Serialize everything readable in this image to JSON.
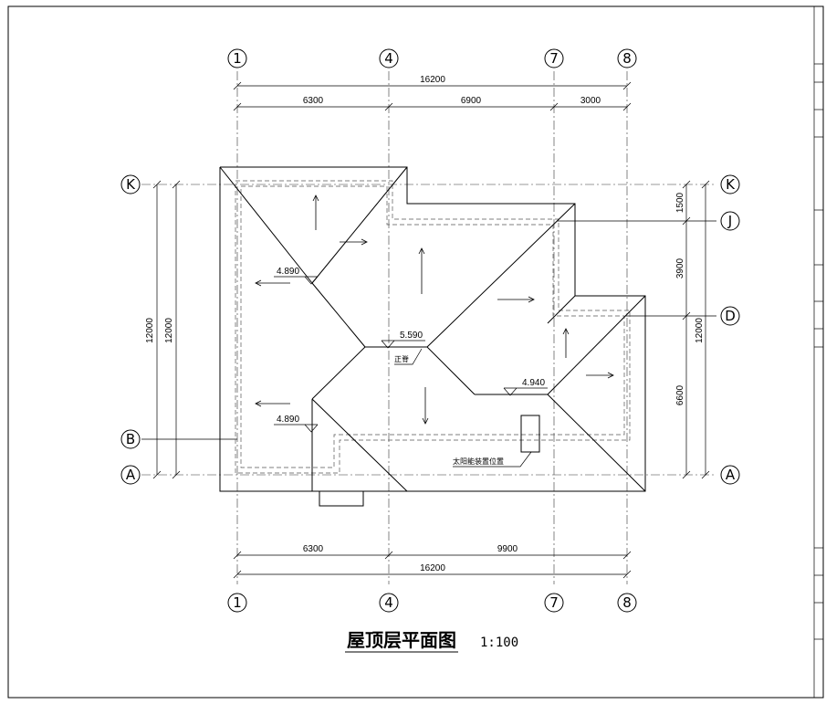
{
  "title": {
    "text": "屋顶层平面图",
    "scale": "1:100"
  },
  "axes": {
    "top": [
      "1",
      "4",
      "7",
      "8"
    ],
    "bottom": [
      "1",
      "4",
      "7",
      "8"
    ],
    "left": [
      "K",
      "B",
      "A"
    ],
    "right": [
      "K",
      "J",
      "D",
      "A"
    ]
  },
  "dimensions": {
    "top_total": "16200",
    "top_segments": [
      "6300",
      "6900",
      "3000"
    ],
    "bottom_segments": [
      "6300",
      "9900"
    ],
    "bottom_total": "16200",
    "left_outer": "12000",
    "left_inner": "12000",
    "right_segments": [
      "1500",
      "3900",
      "6600"
    ],
    "right_total": "12000"
  },
  "elevations": {
    "upper_left": "4.890",
    "lower_left": "4.890",
    "ridge": "5.590",
    "right": "4.940"
  },
  "annotations": {
    "ridge_note": "正脊",
    "solar_note": "太阳能装置位置"
  }
}
